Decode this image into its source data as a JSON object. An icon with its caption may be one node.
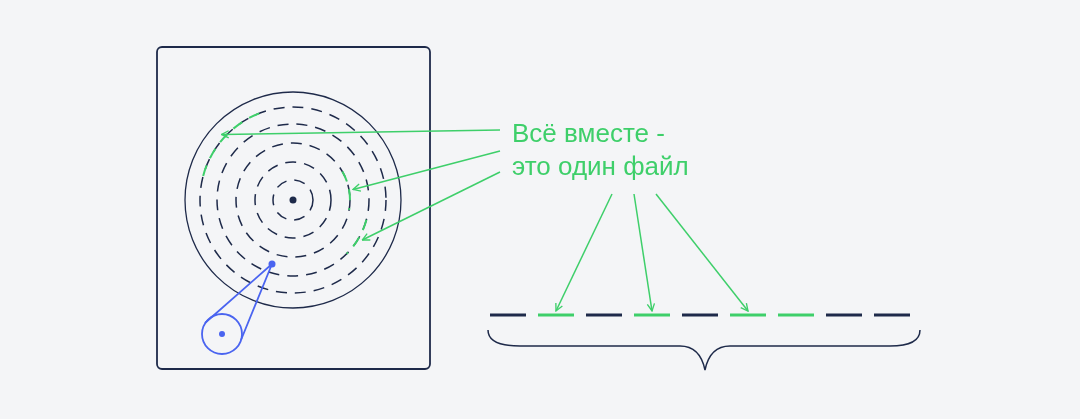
{
  "diagram": {
    "nodes": [
      {
        "text": [
          "Всё вместе - это один файл"
        ]
      },
      {
        "text": [],
        "shape": "arc"
      },
      {
        "text": [],
        "shape": "arc"
      },
      {
        "text": [],
        "shape": "arc"
      },
      {
        "text": [],
        "shape": "bar"
      },
      {
        "text": [],
        "shape": "bar"
      },
      {
        "text": [],
        "shape": "bar"
      }
    ],
    "edges": [
      {
        "from": 0,
        "to": 1,
        "arrow": "to"
      },
      {
        "from": 0,
        "to": 2,
        "arrow": "to"
      },
      {
        "from": 0,
        "to": 3,
        "arrow": "to"
      },
      {
        "from": 0,
        "to": 4,
        "arrow": "to"
      },
      {
        "from": 0,
        "to": 5,
        "arrow": "to"
      },
      {
        "from": 0,
        "to": 6,
        "arrow": "to"
      }
    ]
  }
}
